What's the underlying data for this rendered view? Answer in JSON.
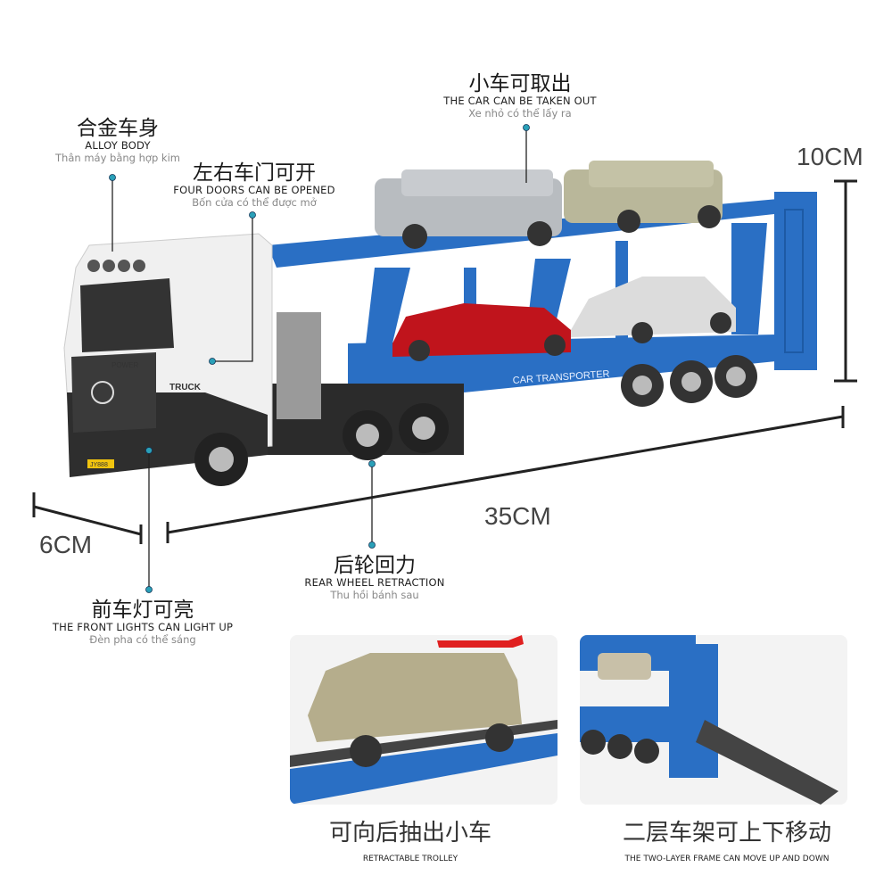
{
  "callouts": {
    "car_removable": {
      "cn": "小车可取出",
      "en": "THE CAR CAN BE TAKEN OUT",
      "vi": "Xe nhỏ có thể lấy ra"
    },
    "alloy_body": {
      "cn": "合金车身",
      "en": "ALLOY BODY",
      "vi": "Thân máy bằng hợp kim"
    },
    "doors": {
      "cn": "左右车门可开",
      "en": "FOUR DOORS CAN BE OPENED",
      "vi": "Bốn cửa có thể được mở"
    },
    "rear_wheel": {
      "cn": "后轮回力",
      "en": "REAR WHEEL RETRACTION",
      "vi": "Thu hồi bánh sau"
    },
    "front_lights": {
      "cn": "前车灯可亮",
      "en": "THE FRONT LIGHTS CAN LIGHT UP",
      "vi": "Đèn pha có thể sáng"
    }
  },
  "dimensions": {
    "height": "10CM",
    "length": "35CM",
    "width": "6CM"
  },
  "truck_markings": {
    "trailer": "CAR TRANSPORTER",
    "cab": "TRUCK",
    "brand": "POWER",
    "plate": "JY888"
  },
  "features": [
    {
      "cn": "可向后抽出小车",
      "en": "RETRACTABLE TROLLEY"
    },
    {
      "cn": "二层车架可上下移动",
      "en": "THE TWO-LAYER FRAME CAN MOVE UP AND DOWN"
    }
  ],
  "colors": {
    "trailer_blue": "#2a6fc4",
    "cab_white": "#f2f2f2",
    "dot": "#2aa0b8",
    "arrow_red": "#e02020"
  }
}
